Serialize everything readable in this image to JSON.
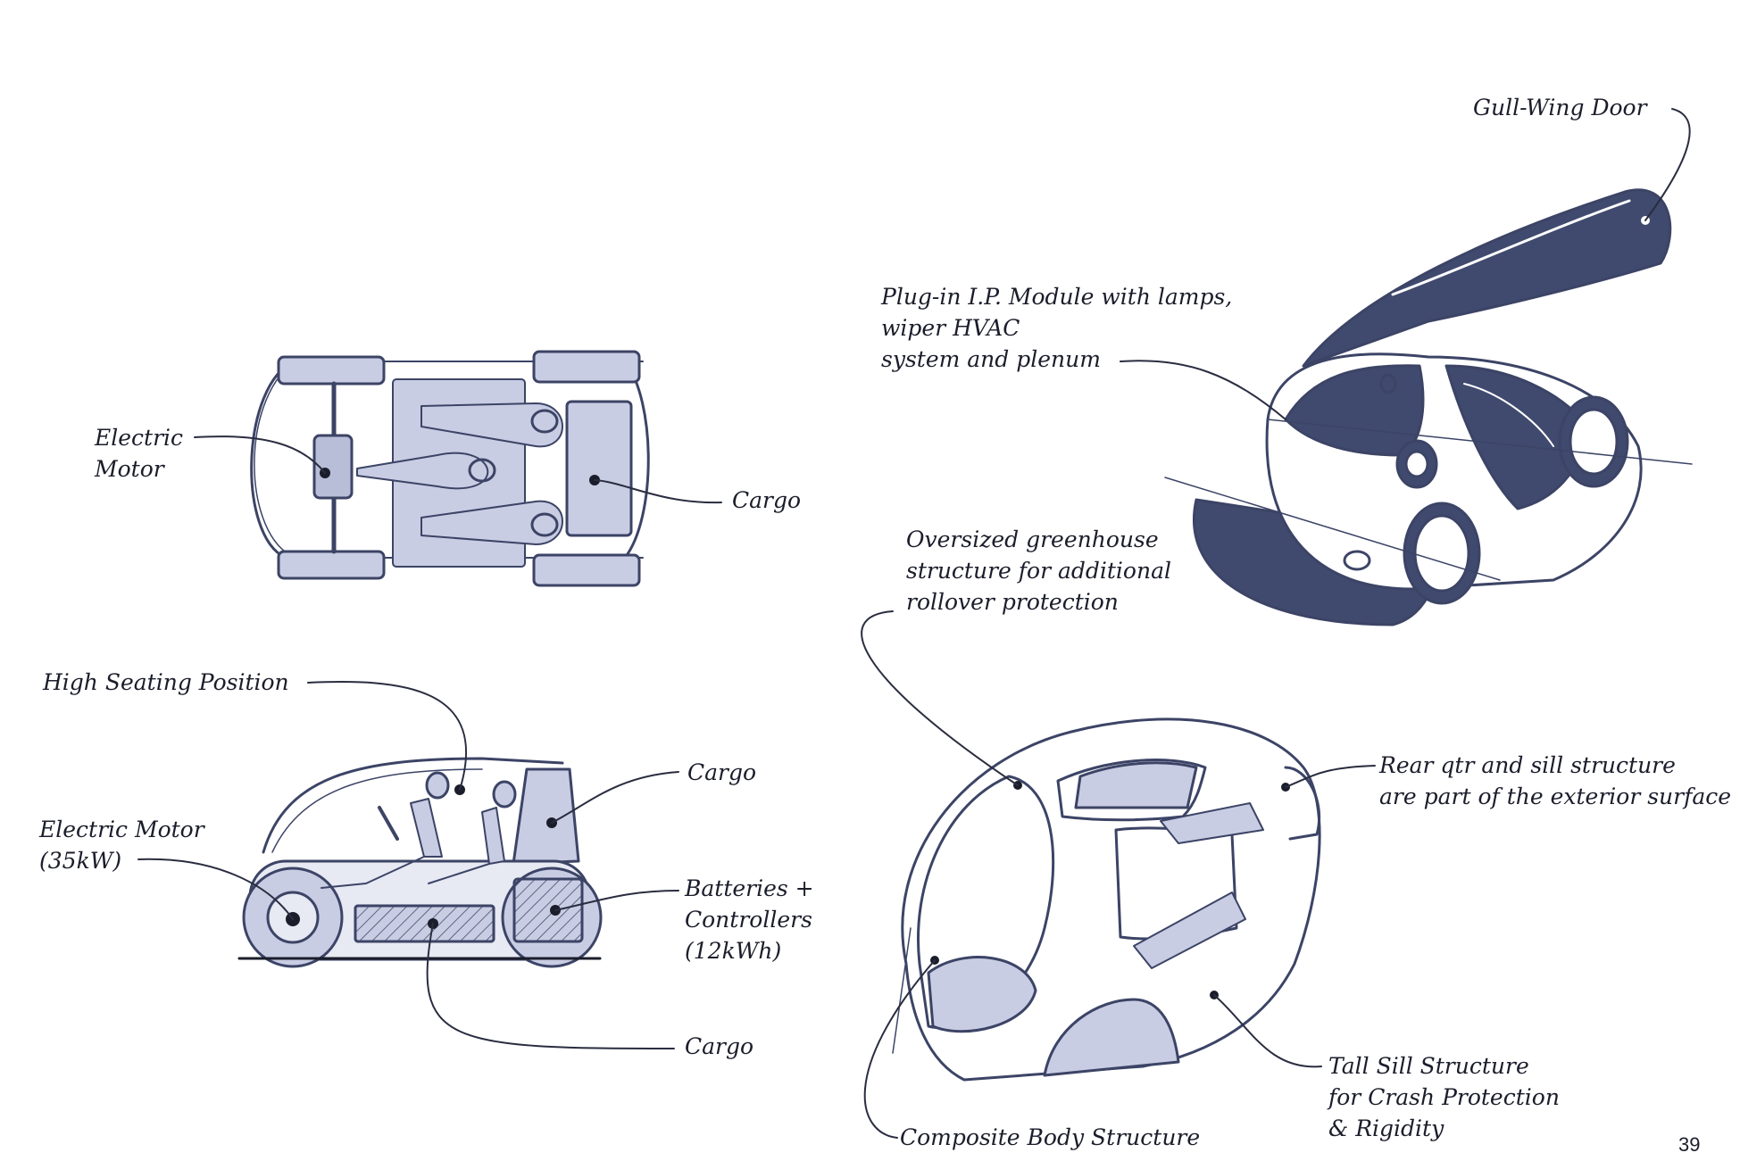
{
  "labels": {
    "gull_wing_door": "Gull-Wing Door",
    "plug_in_ip_line1": "Plug-in I.P. Module with lamps,",
    "plug_in_ip_line2": "wiper HVAC",
    "plug_in_ip_line3": "system and plenum",
    "top_electric_motor_line1": "Electric",
    "top_electric_motor_line2": "Motor",
    "top_cargo": "Cargo",
    "greenhouse_line1": "Oversized greenhouse",
    "greenhouse_line2": "structure for additional",
    "greenhouse_line3": "rollover protection",
    "high_seating": "High Seating Position",
    "side_cargo_rear": "Cargo",
    "side_electric_motor_line1": "Electric Motor",
    "side_electric_motor_line2": "(35kW)",
    "batteries_line1": "Batteries +",
    "batteries_line2": "Controllers",
    "batteries_line3": "(12kWh)",
    "side_cargo_floor": "Cargo",
    "rear_qtr_line1": "Rear qtr and sill structure",
    "rear_qtr_line2": "are part of the exterior surface",
    "tall_sill_line1": "Tall Sill Structure",
    "tall_sill_line2": "for Crash Protection",
    "tall_sill_line3": "& Rigidity",
    "composite_body": "Composite Body Structure"
  },
  "page_number": "39",
  "colors": {
    "ink": "#3c4466",
    "fill": "#c9cde3",
    "dark_fill": "#404a6e",
    "text": "#1b1d2b"
  }
}
